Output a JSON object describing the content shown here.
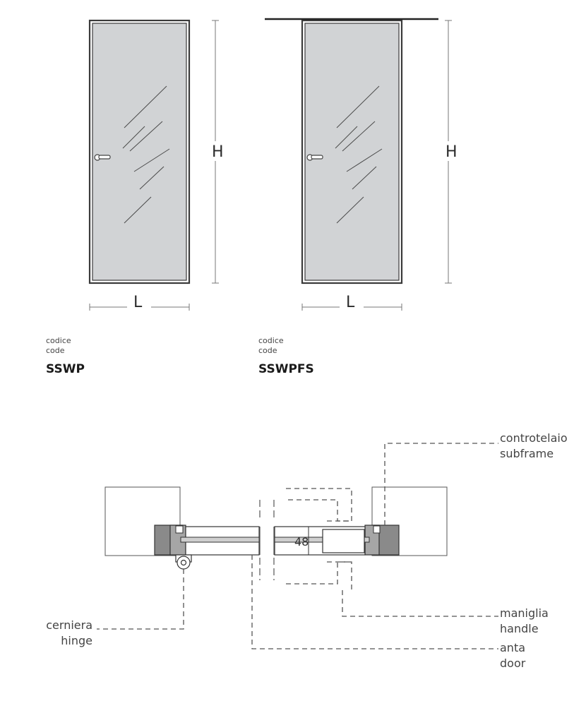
{
  "dimensions": {
    "height_label": "H",
    "width_label": "L"
  },
  "products": [
    {
      "code_label_it": "codice",
      "code_label_en": "code",
      "code": "SSWP"
    },
    {
      "code_label_it": "codice",
      "code_label_en": "code",
      "code": "SSWPFS"
    }
  ],
  "section": {
    "thickness": "48",
    "callouts": {
      "subframe": {
        "it": "controtelaio",
        "en": "subframe"
      },
      "handle": {
        "it": "maniglia",
        "en": "handle"
      },
      "door": {
        "it": "anta",
        "en": "door"
      },
      "hinge": {
        "it": "cerniera",
        "en": "hinge"
      }
    }
  },
  "colors": {
    "glass": "#d1d3d5",
    "frame": "#3a3a3a",
    "subframe_fill": "#8a8a8a"
  }
}
